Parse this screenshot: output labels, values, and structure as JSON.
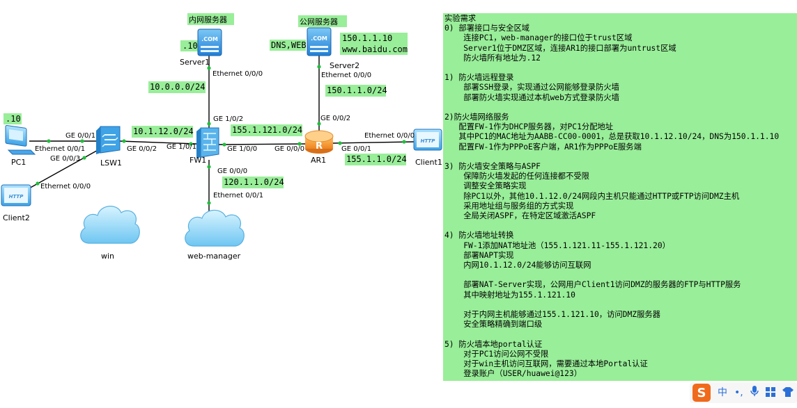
{
  "topology": {
    "devices": {
      "server1": "Server1",
      "server2": "Server2",
      "pc1": "PC1",
      "lsw1": "LSW1",
      "fw1": "FW1",
      "ar1": "AR1",
      "client1": "Client1",
      "client2": "Client2",
      "cloud_win": "win",
      "cloud_web": "web-manager"
    },
    "server_badge": ".COM",
    "client_badge": "HTTP",
    "zone_labels": {
      "intranet_server": "内网服务器",
      "public_server": "公网服务器"
    },
    "addresses": {
      "server1_host": ".10",
      "pc1_host": ".10",
      "server2_role": "DNS,WEB",
      "server2_ip": "150.1.1.10",
      "server2_domain": "www.baidu.com",
      "net_server1": "10.0.0.0/24",
      "net_lan": "10.1.12.0/24",
      "net_fw_ar": "155.1.121.0/24",
      "net_server2": "150.1.1.0/24",
      "net_client1": "155.1.1.0/24",
      "net_mgmt": "120.1.1.0/24"
    },
    "ports": {
      "pc1_sw": "GE 0/0/1",
      "pc1_nic": "Ethernet 0/0/1",
      "sw_client2": "GE 0/0/3",
      "client2_nic": "Ethernet 0/0/0",
      "sw_fw": "GE 0/0/2",
      "fw_sw": "GE 1/0/1",
      "fw_ar": "GE 1/0/0",
      "ar_fw": "GE 0/0/0",
      "fw_server1": "GE 1/0/2",
      "server1_nic": "Ethernet 0/0/0",
      "fw_mgmt": "GE 0/0/0",
      "mgmt_nic": "Ethernet 0/0/1",
      "ar_server2": "GE 0/0/2",
      "server2_nic": "Ethernet 0/0/0",
      "ar_client1": "GE 0/0/1",
      "client1_nic": "Ethernet 0/0/0"
    }
  },
  "requirements": {
    "title": "实验需求",
    "lines": [
      "0) 部署接口与安全区域",
      "    连接PC1，web-manager的接口位于trust区域",
      "    Server1位于DMZ区域，连接AR1的接口部署为untrust区域",
      "    防火墙所有地址为.12",
      "",
      "1) 防火墙远程登录",
      "    部署SSH登录，实现通过公网能够登录防火墙",
      "    部署防火墙实现通过本机web方式登录防火墙",
      "",
      "2)防火墙网络服务",
      "   配置FW-1作为DHCP服务器，对PC1分配地址",
      "   其中PC1的MAC地址为AABB-CC00-0001，总是获取10.1.12.10/24，DNS为150.1.1.10",
      "   配置FW-1作为PPPoE客户端，AR1作为PPPoE服务端",
      "",
      "3) 防火墙安全策略与ASPF",
      "    保障防火墙发起的任何连接都不受限",
      "    调整安全策略实现",
      "    除PC1以外，其他10.1.12.0/24网段内主机只能通过HTTP或FTP访问DMZ主机",
      "    采用地址组与服务组的方式实现",
      "    全局关闭ASPF，在特定区域激活ASPF",
      "",
      "4) 防火墙地址转换",
      "    FW-1添加NAT地址池（155.1.121.11-155.1.121.20）",
      "    部署NAPT实现",
      "    内网10.1.12.0/24能够访问互联网",
      "",
      "    部署NAT-Server实现，公网用户Client1访问DMZ的服务器的FTP与HTTP服务",
      "    其中映射地址为155.1.121.10",
      "",
      "    对于内网主机能够通过155.1.121.10，访问DMZ服务器",
      "    安全策略精确到端口级",
      "",
      "5) 防火墙本地portal认证",
      "    对于PC1访问公网不受限",
      "    对于win主机访问互联网，需要通过本地Portal认证",
      "    登录账户（USER/huawei@123）"
    ]
  },
  "ime": {
    "logo": "S",
    "mode": "中",
    "punct": "•,",
    "voice": "mic-icon",
    "menu": "grid-icon",
    "skin": "shirt-icon"
  },
  "colors": {
    "label_bg": "#99ee99",
    "port_dot": "#1fbf3c",
    "server_blue": "#2f8fe0",
    "router_orange": "#f39a2d",
    "ime_orange": "#f06a1b"
  }
}
